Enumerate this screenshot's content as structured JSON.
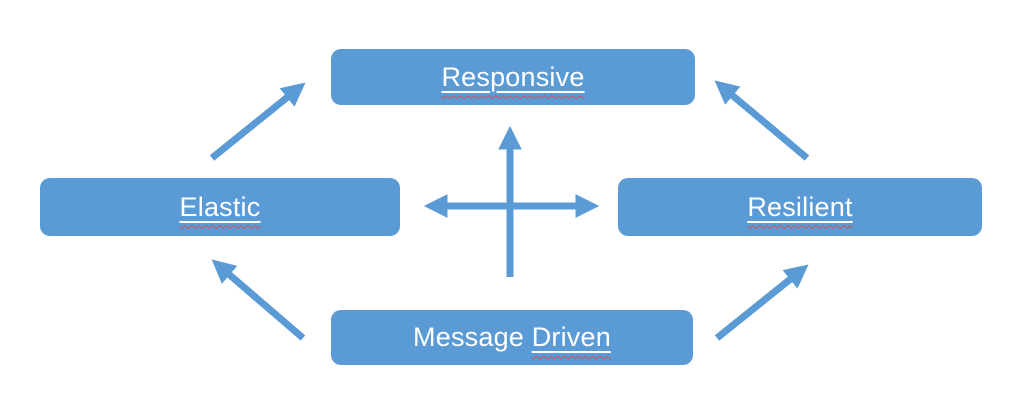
{
  "colors": {
    "accent": "#5b9bd5",
    "label_text": "#ffffff",
    "spellcheck": "#d05050",
    "background": "#ffffff"
  },
  "diagram": {
    "type": "flowchart",
    "description": "Reactive traits diagram: Message Driven supports Elastic and Resilient, which support Responsive; center cross shows upward and horizontal relationships",
    "nodes": [
      {
        "id": "responsive",
        "prefix": "",
        "underlined": "Responsive"
      },
      {
        "id": "elastic",
        "prefix": "",
        "underlined": "Elastic"
      },
      {
        "id": "resilient",
        "prefix": "",
        "underlined": "Resilient"
      },
      {
        "id": "message-driven",
        "prefix": "Message ",
        "underlined": "Driven"
      }
    ],
    "connectors": [
      {
        "from": "elastic",
        "to": "responsive",
        "direction": "up-right",
        "style": "single-head"
      },
      {
        "from": "resilient",
        "to": "responsive",
        "direction": "up-left",
        "style": "single-head"
      },
      {
        "from": "message-driven",
        "to": "elastic",
        "direction": "up-left",
        "style": "single-head"
      },
      {
        "from": "message-driven",
        "to": "resilient",
        "direction": "up-right",
        "style": "single-head"
      },
      {
        "from": "message-driven",
        "to": "responsive",
        "direction": "up",
        "style": "single-head"
      },
      {
        "from": "elastic",
        "to": "resilient",
        "direction": "horizontal",
        "style": "double-head"
      }
    ]
  }
}
